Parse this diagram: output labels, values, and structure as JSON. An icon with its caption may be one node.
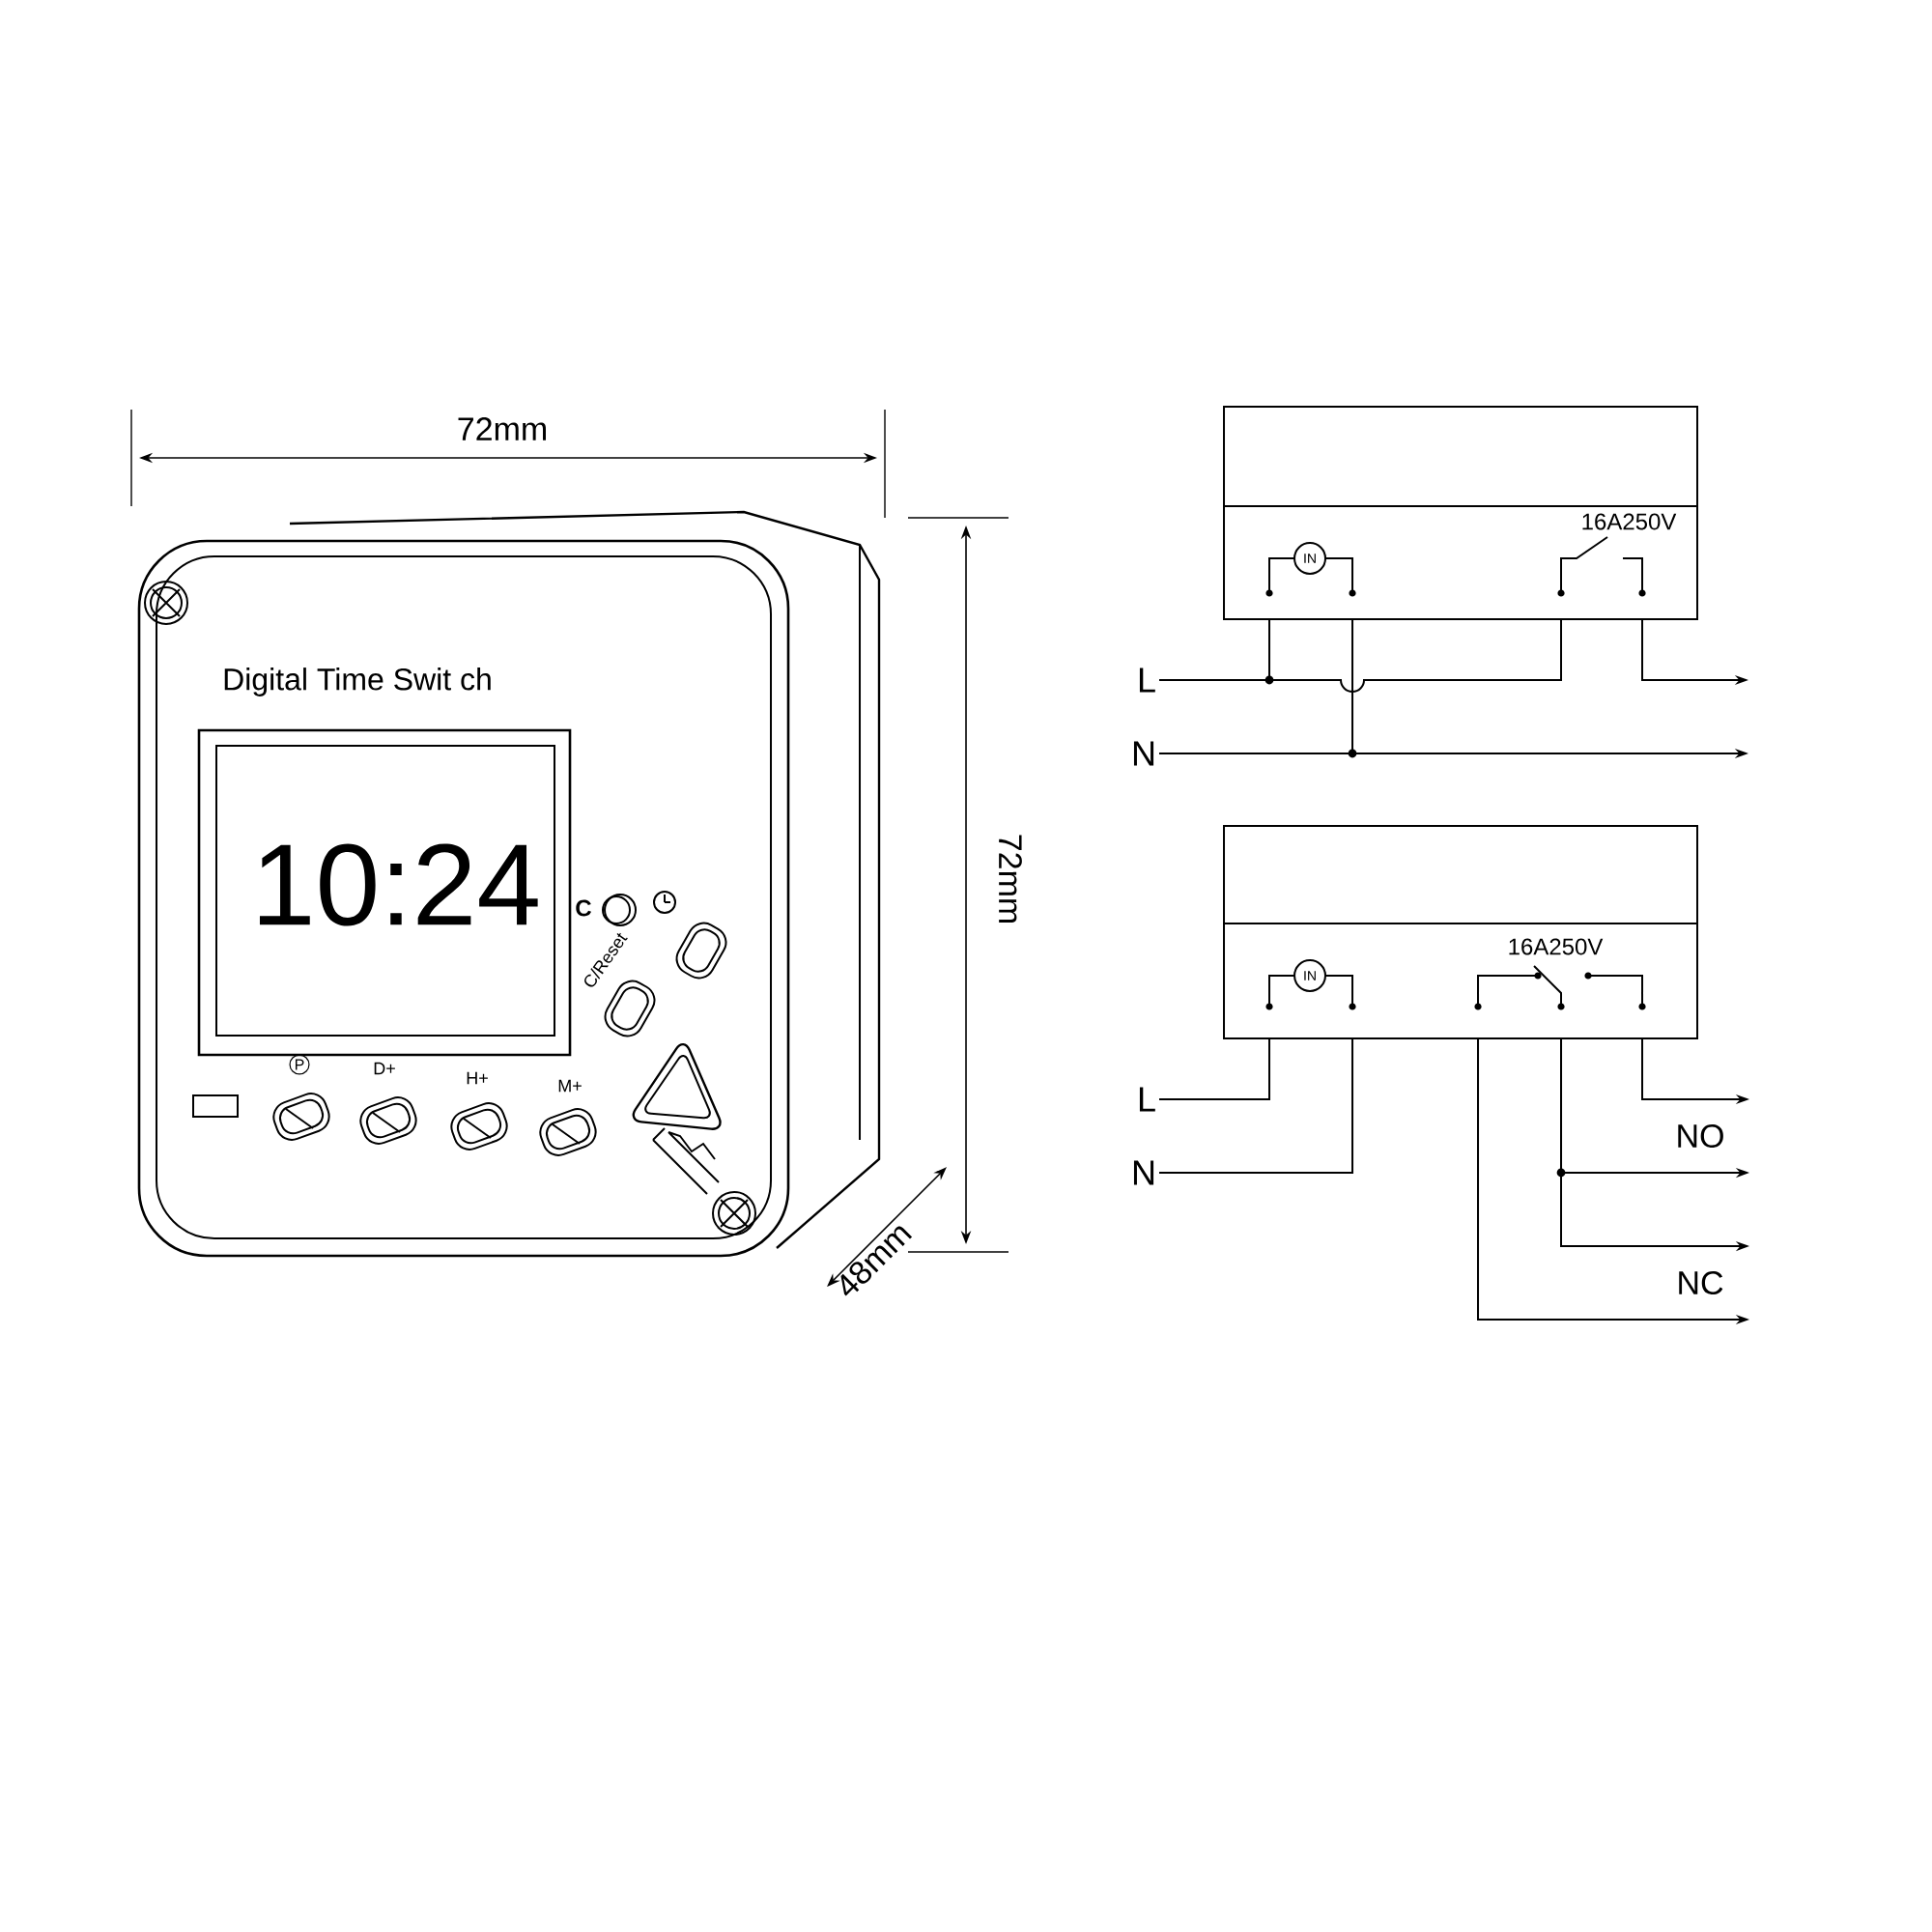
{
  "diagram": {
    "nodes": [
      {
        "text": [],
        "shape": "box"
      },
      {
        "text": [
          "IN"
        ],
        "in": 0
      },
      {
        "text": [
          "L"
        ]
      },
      {
        "text": [
          "N"
        ]
      },
      {
        "text": [],
        "shape": "box"
      },
      {
        "text": [
          "IN"
        ],
        "in": 4
      },
      {
        "text": [
          "L"
        ]
      },
      {
        "text": [
          "N"
        ]
      },
      {
        "text": [
          "NO"
        ]
      },
      {
        "text": [
          "NC"
        ]
      }
    ],
    "edges": [
      {
        "from": 2,
        "to": 0,
        "arrow": "none"
      },
      {
        "from": 3,
        "to": 0,
        "arrow": "none"
      },
      {
        "from": 3,
        "to": null,
        "arrow": "to"
      },
      {
        "from": 0,
        "to": null,
        "arrow": "to"
      },
      {
        "from": 6,
        "to": 4,
        "arrow": "none"
      },
      {
        "from": 7,
        "to": 4,
        "arrow": "none"
      },
      {
        "from": 4,
        "to": 8,
        "arrow": "to"
      },
      {
        "from": 4,
        "to": 8,
        "arrow": "to"
      },
      {
        "from": 4,
        "to": 9,
        "arrow": "to"
      },
      {
        "from": 4,
        "to": 9,
        "arrow": "to"
      }
    ],
    "labels": [
      "72mm",
      "72mm",
      "48mm",
      "Digital Time Swit ch",
      "10:24",
      "C",
      "C/Reset",
      "P",
      "D+",
      "H+",
      "M+",
      "16A250V",
      "16A250V"
    ]
  }
}
